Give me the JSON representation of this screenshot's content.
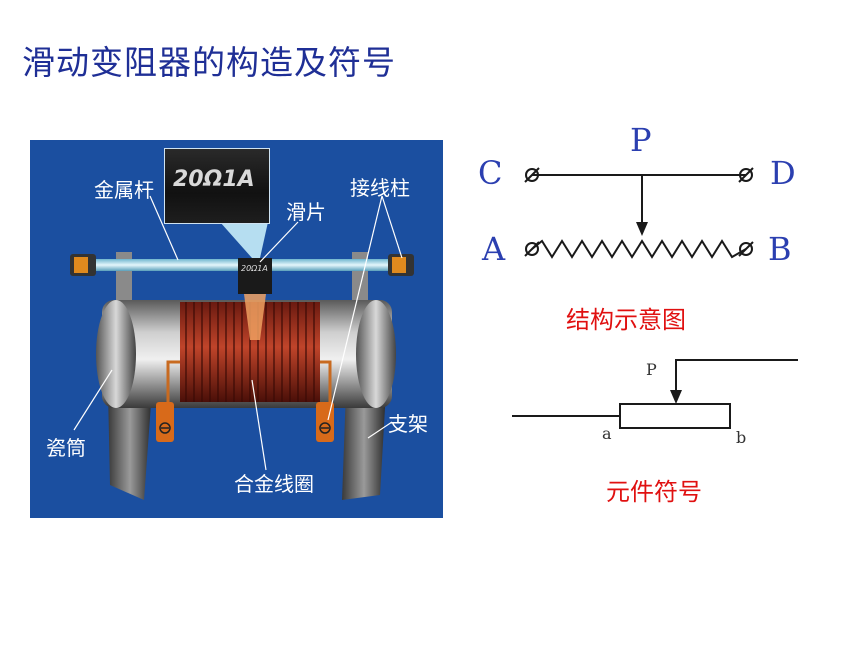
{
  "title": "滑动变阻器的构造及符号",
  "photo": {
    "labels": {
      "metal_rod": "金属杆",
      "slider": "滑片",
      "terminal": "接线柱",
      "porcelain_tube": "瓷筒",
      "alloy_coil": "合金线圈",
      "bracket": "支架"
    },
    "magnified_marking": "20Ω1A",
    "slider_marking": "20Ω1A"
  },
  "structure_diagram": {
    "terminals": {
      "c": "C",
      "d": "D",
      "a": "A",
      "b": "B",
      "p": "P"
    },
    "caption": "结构示意图"
  },
  "component_symbol": {
    "labels": {
      "p": "P",
      "a": "a",
      "b": "b"
    },
    "caption": "元件符号"
  },
  "colors": {
    "title": "#1f2f96",
    "photo_background": "#1b4fa0",
    "terminal_letters": "#2b3fb0",
    "captions": "#e01010"
  }
}
